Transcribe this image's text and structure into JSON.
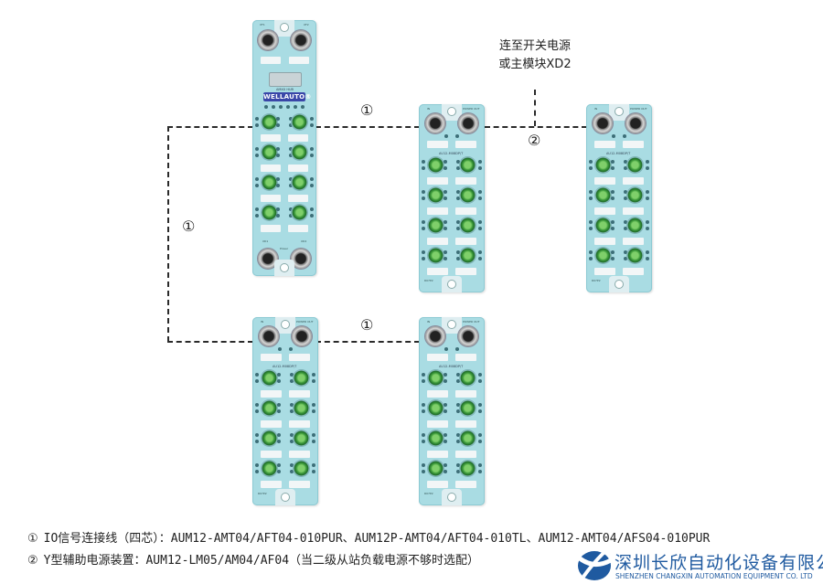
{
  "diagram": {
    "title_note": {
      "line1": "连至开关电源",
      "line2": "或主模块XD2"
    },
    "callouts": {
      "c1_top": "①",
      "c1_left": "①",
      "c1_bottom": "①",
      "c2": "②"
    },
    "modules": {
      "master": {
        "brand": "WELLAUTO®",
        "model": "AMXX HUB",
        "top_ports": [
          "XF1",
          "XF2"
        ],
        "bottom_ports": [
          "XD1",
          "XD2"
        ],
        "bottom_label": "Power",
        "io_rows": 4
      },
      "slave_top_mid": {
        "top_ports": [
          "IN",
          "POWER OUT"
        ],
        "model": "AU12-M08DP/T",
        "io_rows": 4,
        "footer": "R07P2"
      },
      "slave_top_right": {
        "top_ports": [
          "IN",
          "POWER OUT"
        ],
        "model": "AU12-M08DP/T",
        "io_rows": 4,
        "footer": "R07P2"
      },
      "slave_bottom_left": {
        "top_ports": [
          "IN",
          "POWER OUT"
        ],
        "model": "AU12-M08DP/T",
        "io_rows": 4,
        "footer": "R07P2"
      },
      "slave_bottom_mid": {
        "top_ports": [
          "IN",
          "POWER OUT"
        ],
        "model": "AU12-M08DP/T",
        "io_rows": 4,
        "footer": "R07P2"
      }
    }
  },
  "legend": [
    {
      "num": "①",
      "text": "IO信号连接线（四芯）：AUM12-AMT04/AFT04-010PUR、AUM12P-AMT04/AFT04-010TL、AUM12-AMT04/AFS04-010PUR"
    },
    {
      "num": "②",
      "text": "Y型辅助电源装置：AUM12-LM05/AM04/AF04（当二级从站负载电源不够时选配）"
    }
  ],
  "company": {
    "name_cn": "深圳长欣自动化设备有限公司",
    "name_en": "SHENZHEN CHANGXIN AUTOMATION EQUIPMENT CO. LTD",
    "brand_color": "#1f5aa0"
  }
}
